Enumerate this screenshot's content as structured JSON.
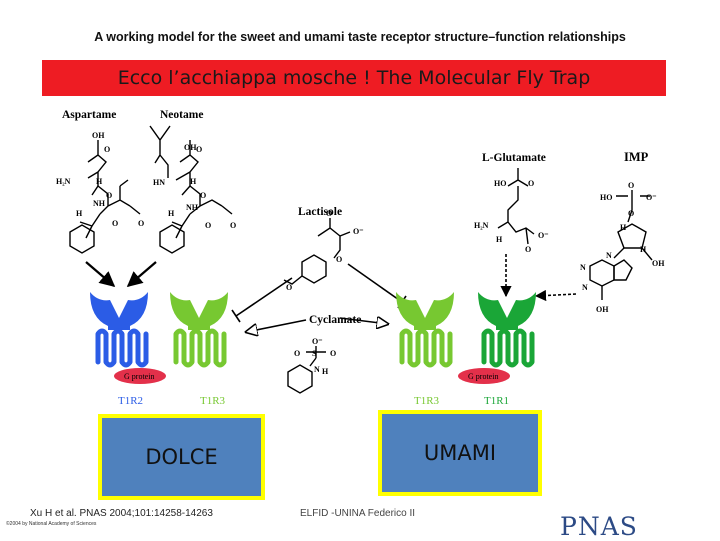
{
  "header": {
    "title": "A working model for the sweet and umami taste receptor structure–function relationships",
    "banner": "Ecco l’acchiappa mosche ! The Molecular Fly Trap"
  },
  "diagram": {
    "molecules": {
      "aspartame": "Aspartame",
      "neotame": "Neotame",
      "l_glutamate": "L-Glutamate",
      "imp": "IMP",
      "lactisole": "Lactisole",
      "cyclamate": "Cyclamate"
    },
    "g_protein": "G protein",
    "receptors": {
      "t1r2": "T1R2",
      "t1r3_left": "T1R3",
      "t1r3_right": "T1R3",
      "t1r1": "T1R1"
    },
    "colors": {
      "blue_receptor": "#2b5ce6",
      "green_receptor": "#77c831",
      "dark_green_receptor": "#1aa637",
      "g_protein": "#e3304a",
      "box_fill": "#4f81bd",
      "box_border": "#ffff00",
      "banner": "#ee1c23"
    }
  },
  "boxes": {
    "dolce": "DOLCE",
    "umami": "UMAMI"
  },
  "footer": {
    "citation": "Xu H et al. PNAS 2004;101:14258-14263",
    "copyright": "©2004 by National Academy of Sciences",
    "center": "ELFID -UNINA Federico II",
    "logo": "PNAS"
  }
}
